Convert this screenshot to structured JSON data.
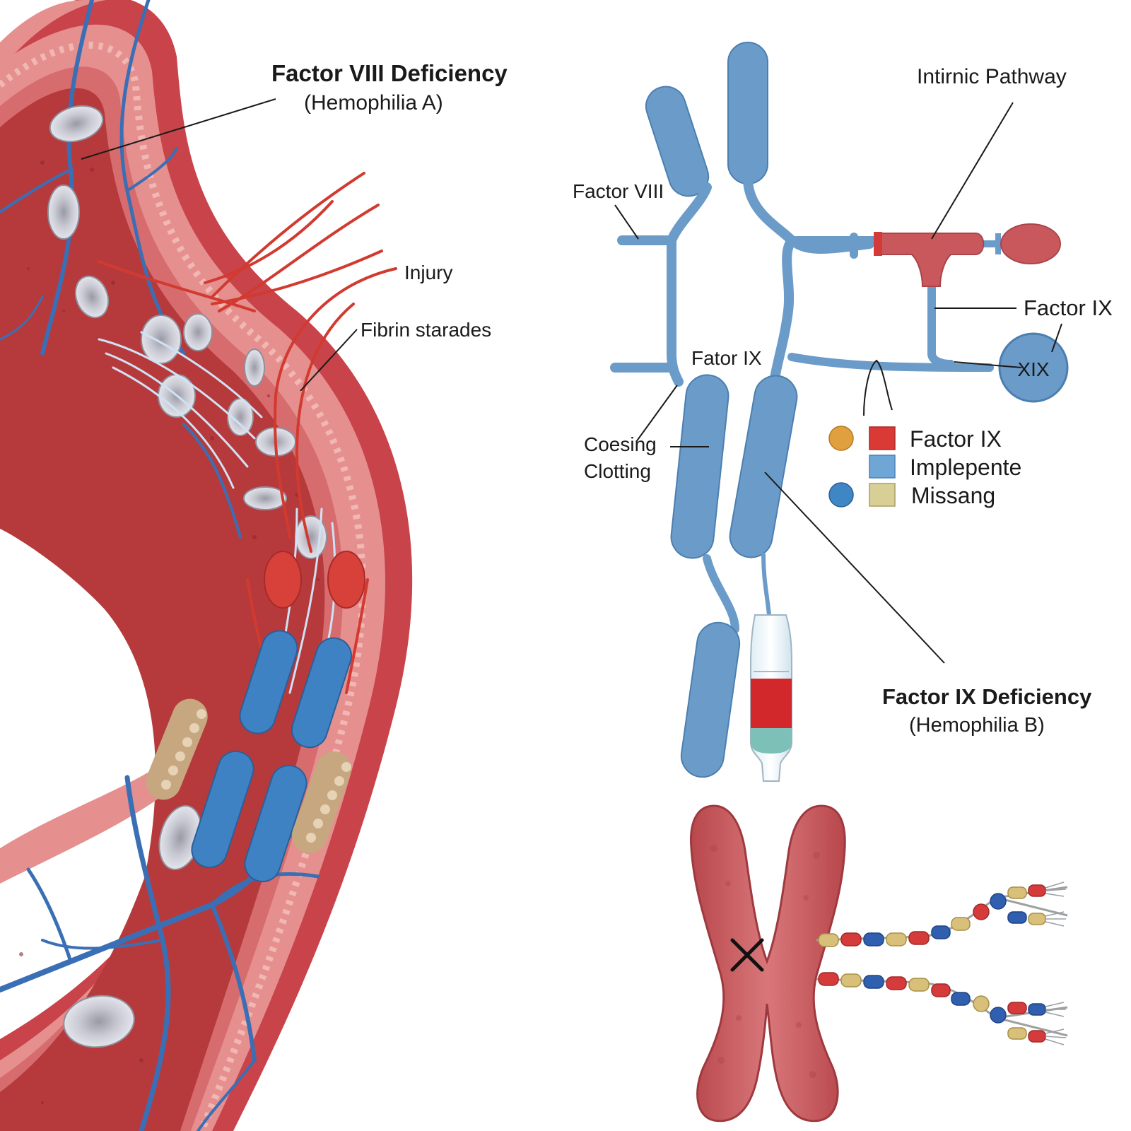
{
  "labels": {
    "factor_viii_deficiency": "Factor VIII Deficiency",
    "hemophilia_a": "(Hemophilia A)",
    "injury": "Injury",
    "fibrin_strands": "Fibrin starades",
    "intrinsic_pathway": "Intirnic Pathway",
    "factor_viii": "Factor VIII",
    "factor_ix_right": "Factor IX",
    "fator_ix": "Fator IX",
    "xix": "XIX",
    "coesing": "Coesing",
    "clotting": "Clotting",
    "factor_ix_deficiency": "Factor IX Deficiency",
    "hemophilia_b": "(Hemophilia B)"
  },
  "legend": {
    "items": [
      {
        "label": "Factor IX",
        "color": "#d93a35",
        "dot": "#e0a040"
      },
      {
        "label": "Implepente",
        "color": "#6fa6d6",
        "dot": null
      },
      {
        "label": "Missang",
        "color": "#d8cf96",
        "dot": "#3f86c4"
      }
    ]
  },
  "colors": {
    "vessel_outer": "#c8434a",
    "vessel_wall": "#e58f8f",
    "vessel_lumen": "#b63a3c",
    "pathway_blue": "#6b9cc9",
    "pathway_red": "#c9585d",
    "chromosome": "#c9565a"
  },
  "icons": {
    "chromosome": "x-chromosome-icon",
    "mutation_mark": "x-mark-icon",
    "blood_vial": "blood-vial-icon"
  }
}
